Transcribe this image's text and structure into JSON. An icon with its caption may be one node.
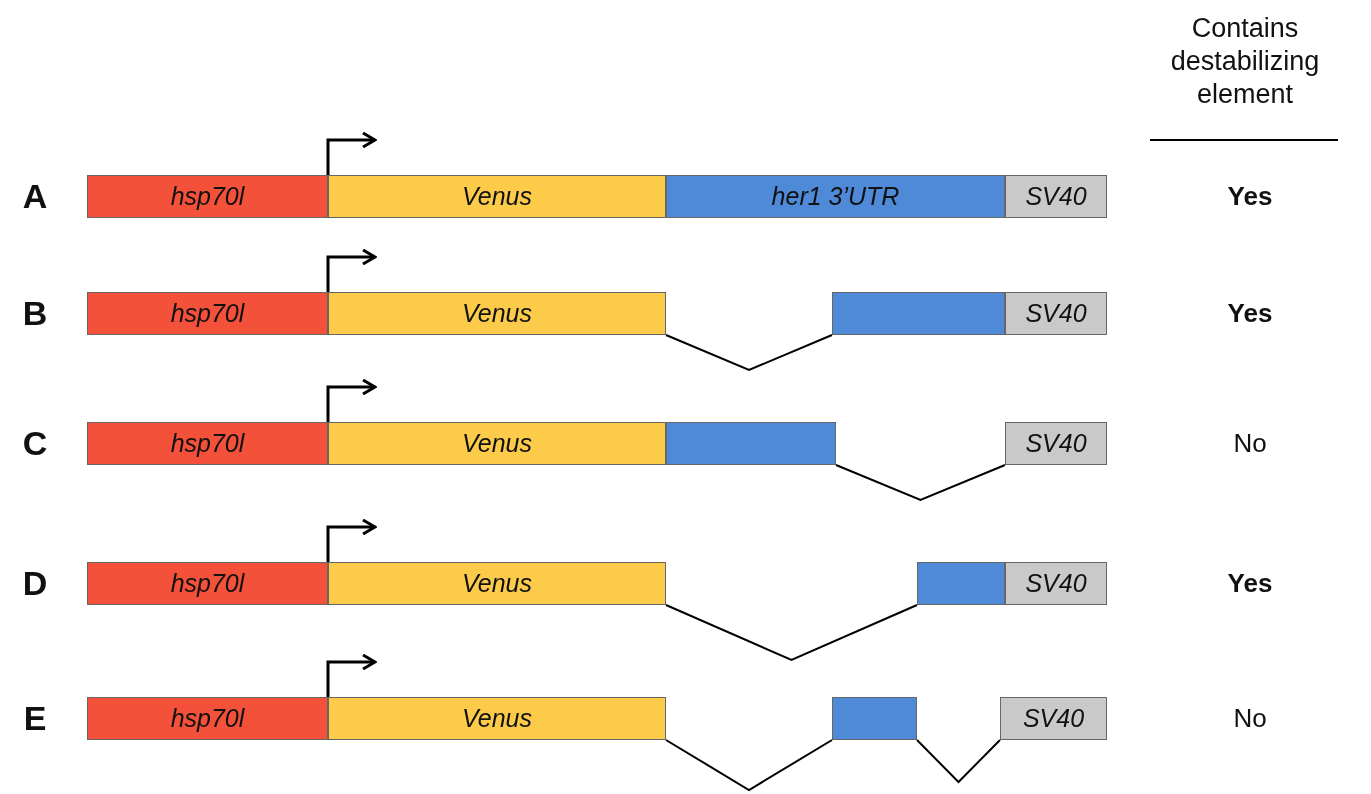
{
  "diagram": {
    "nodes": [
      {
        "text": [
          "hsp70l"
        ]
      },
      {
        "text": [
          "Venus"
        ]
      },
      {
        "text": [
          "her1 3’UTR"
        ]
      },
      {
        "text": [
          "SV40"
        ]
      },
      {
        "text": [
          "hsp70l"
        ]
      },
      {
        "text": [
          "Venus"
        ]
      },
      {
        "text": [],
        "shape": "box"
      },
      {
        "text": [
          "SV40"
        ]
      },
      {
        "text": [
          "hsp70l"
        ]
      },
      {
        "text": [
          "Venus"
        ]
      },
      {
        "text": [],
        "shape": "box"
      },
      {
        "text": [
          "SV40"
        ]
      },
      {
        "text": [
          "hsp70l"
        ]
      },
      {
        "text": [
          "Venus"
        ]
      },
      {
        "text": [],
        "shape": "box"
      },
      {
        "text": [
          "SV40"
        ]
      },
      {
        "text": [
          "hsp70l"
        ]
      },
      {
        "text": [
          "Venus"
        ]
      },
      {
        "text": [],
        "shape": "box"
      },
      {
        "text": [
          "SV40"
        ]
      }
    ],
    "edges": [
      {
        "from": 5,
        "to": 6,
        "arrow": "none"
      },
      {
        "from": 10,
        "to": 11,
        "arrow": "none"
      },
      {
        "from": 13,
        "to": 14,
        "arrow": "none"
      },
      {
        "from": 17,
        "to": 18,
        "arrow": "none"
      },
      {
        "from": 18,
        "to": 19,
        "arrow": "none"
      }
    ],
    "labels": [
      "Contains destabilizing element",
      "A",
      "Yes",
      "B",
      "Yes",
      "C",
      "No",
      "D",
      "Yes",
      "E",
      "No"
    ]
  }
}
